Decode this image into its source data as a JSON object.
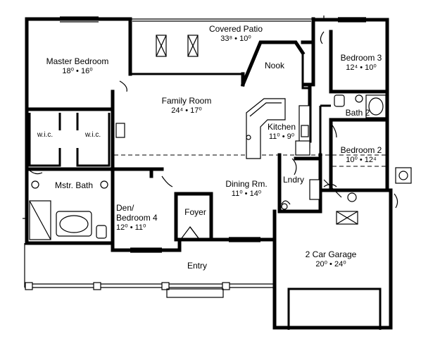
{
  "rooms": {
    "covered_patio": {
      "name": "Covered Patio",
      "dims": "33⁸ • 10⁰"
    },
    "master_bedroom": {
      "name": "Master Bedroom",
      "dims": "18⁰ • 16⁰"
    },
    "nook": {
      "name": "Nook"
    },
    "bedroom3": {
      "name": "Bedroom 3",
      "dims": "12⁴ • 10⁰"
    },
    "family_room": {
      "name": "Family Room",
      "dims": "24⁴ • 17⁰"
    },
    "bath2": {
      "name": "Bath 2"
    },
    "wic_left": {
      "name": "w.i.c."
    },
    "wic_right": {
      "name": "w.i.c."
    },
    "kitchen": {
      "name": "Kitchen",
      "dims": "11⁰ • 9⁰"
    },
    "bedroom2": {
      "name": "Bedroom 2",
      "dims": "10⁰ • 12⁴"
    },
    "mstr_bath": {
      "name": "Mstr. Bath"
    },
    "dining_room": {
      "name": "Dining Rm.",
      "dims": "11⁰ • 14⁰"
    },
    "laundry": {
      "name": "Lndry"
    },
    "den": {
      "name": "Den/\nBedroom 4",
      "name_line1": "Den/",
      "name_line2": "Bedroom 4",
      "dims": "12⁰ • 11⁰"
    },
    "foyer": {
      "name": "Foyer"
    },
    "garage": {
      "name": "2 Car Garage",
      "dims": "20⁰ • 24⁰"
    },
    "entry": {
      "name": "Entry"
    }
  }
}
